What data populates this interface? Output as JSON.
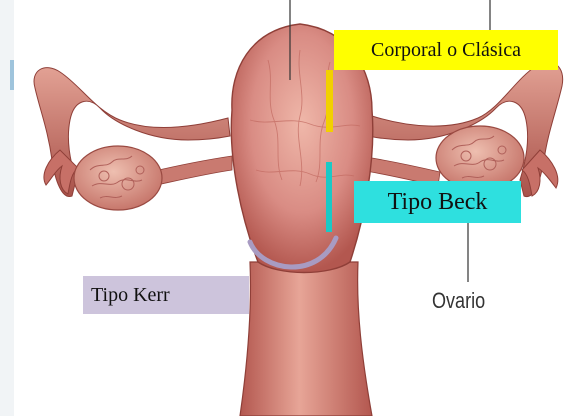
{
  "labels": {
    "corporal": "Corporal o Clásica",
    "beck": "Tipo Beck",
    "kerr": "Tipo Kerr",
    "ovario": "Ovario"
  },
  "colors": {
    "corporal_box": "#ffff00",
    "corporal_mark": "#f2d000",
    "beck_box": "#2ee0df",
    "beck_mark": "#1ac9c6",
    "kerr_box": "#cdc4dc",
    "kerr_mark": "#a89bc2",
    "tissue": "#d98c84",
    "tissue_dark": "#b3574f",
    "tissue_light": "#efb7a9"
  },
  "icons": [
    "uterus-illustration",
    "ovary-left",
    "ovary-right",
    "fallopian-tube-left",
    "fallopian-tube-right"
  ]
}
